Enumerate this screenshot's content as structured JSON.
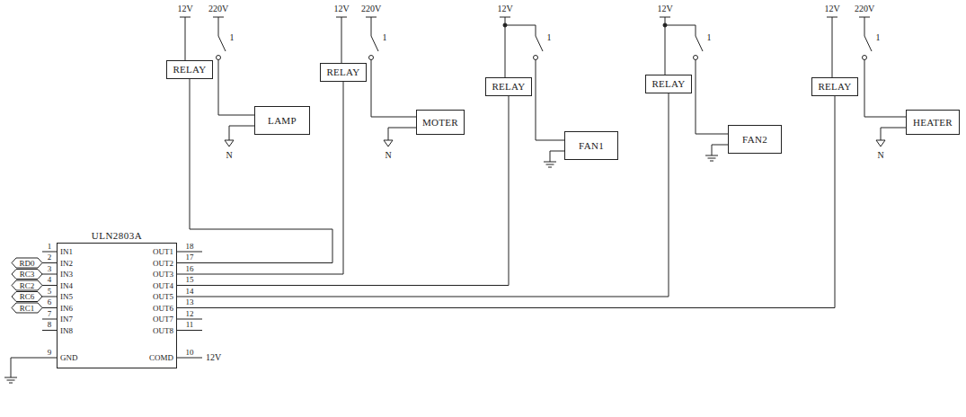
{
  "diagram": {
    "nodes": [
      {
        "text": [
          "RELAY"
        ]
      },
      {
        "text": [
          "LAMP"
        ]
      },
      {
        "text": [
          "RELAY"
        ]
      },
      {
        "text": [
          "MOTER"
        ]
      },
      {
        "text": [
          "RELAY"
        ]
      },
      {
        "text": [
          "FAN1"
        ]
      },
      {
        "text": [
          "RELAY"
        ]
      },
      {
        "text": [
          "FAN2"
        ]
      },
      {
        "text": [
          "RELAY"
        ]
      },
      {
        "text": [
          "HEATER"
        ]
      },
      {
        "text": [
          "ULN2803A"
        ]
      }
    ],
    "edges": [
      {
        "from": 0,
        "to": 10,
        "arrow": "none"
      },
      {
        "from": 2,
        "to": 10,
        "arrow": "none"
      },
      {
        "from": 4,
        "to": 10,
        "arrow": "none"
      },
      {
        "from": 6,
        "to": 10,
        "arrow": "none"
      },
      {
        "from": 8,
        "to": 10,
        "arrow": "none"
      }
    ],
    "labels": [
      "12V",
      "220V",
      "1",
      "N",
      "12V",
      "220V",
      "1",
      "N",
      "12V",
      "1",
      "12V",
      "1",
      "12V",
      "220V",
      "1",
      "N",
      "1",
      "IN1",
      "OUT1",
      "18",
      "2",
      "RD0",
      "IN2",
      "OUT2",
      "17",
      "3",
      "RC3",
      "IN3",
      "OUT3",
      "16",
      "4",
      "RC2",
      "IN4",
      "OUT4",
      "15",
      "5",
      "RC6",
      "IN5",
      "OUT5",
      "14",
      "6",
      "RC1",
      "IN6",
      "OUT6",
      "13",
      "7",
      "IN7",
      "OUT7",
      "12",
      "8",
      "IN8",
      "OUT8",
      "11",
      "9",
      "GND",
      "COMD",
      "10",
      "12V"
    ]
  }
}
